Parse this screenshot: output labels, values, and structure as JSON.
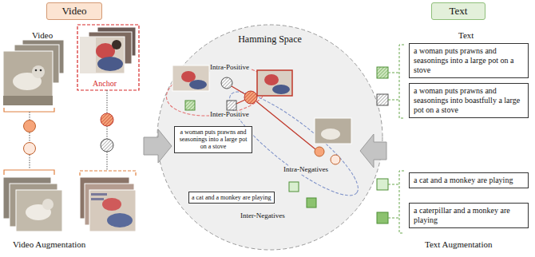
{
  "diagram": {
    "nodes": [
      {
        "text": [
          "Video"
        ]
      },
      {
        "text": [
          "Text"
        ]
      },
      {
        "text": [
          "Hamming Space"
        ]
      },
      {
        "text": [
          "a woman puts prawns and seasonings into a large pot on a stove"
        ],
        "in": 2
      },
      {
        "text": [
          "a cat and a monkey are playing"
        ],
        "in": 2
      },
      {
        "text": [
          "a woman puts prawns and seasonings into a large pot on a stove"
        ]
      },
      {
        "text": [
          "a woman puts prawns and seasonings into boastfully a large pot on a stove"
        ]
      },
      {
        "text": [
          "a cat and a monkey are playing"
        ]
      },
      {
        "text": [
          "a caterpillar and a monkey are playing"
        ]
      }
    ],
    "labels": [
      "Video",
      "Anchor",
      "Video Augmentation",
      "Intra-Positive",
      "Inter-Positive",
      "Intra-Negatives",
      "Inter-Negatives",
      "Text",
      "Text Augmentation"
    ]
  }
}
